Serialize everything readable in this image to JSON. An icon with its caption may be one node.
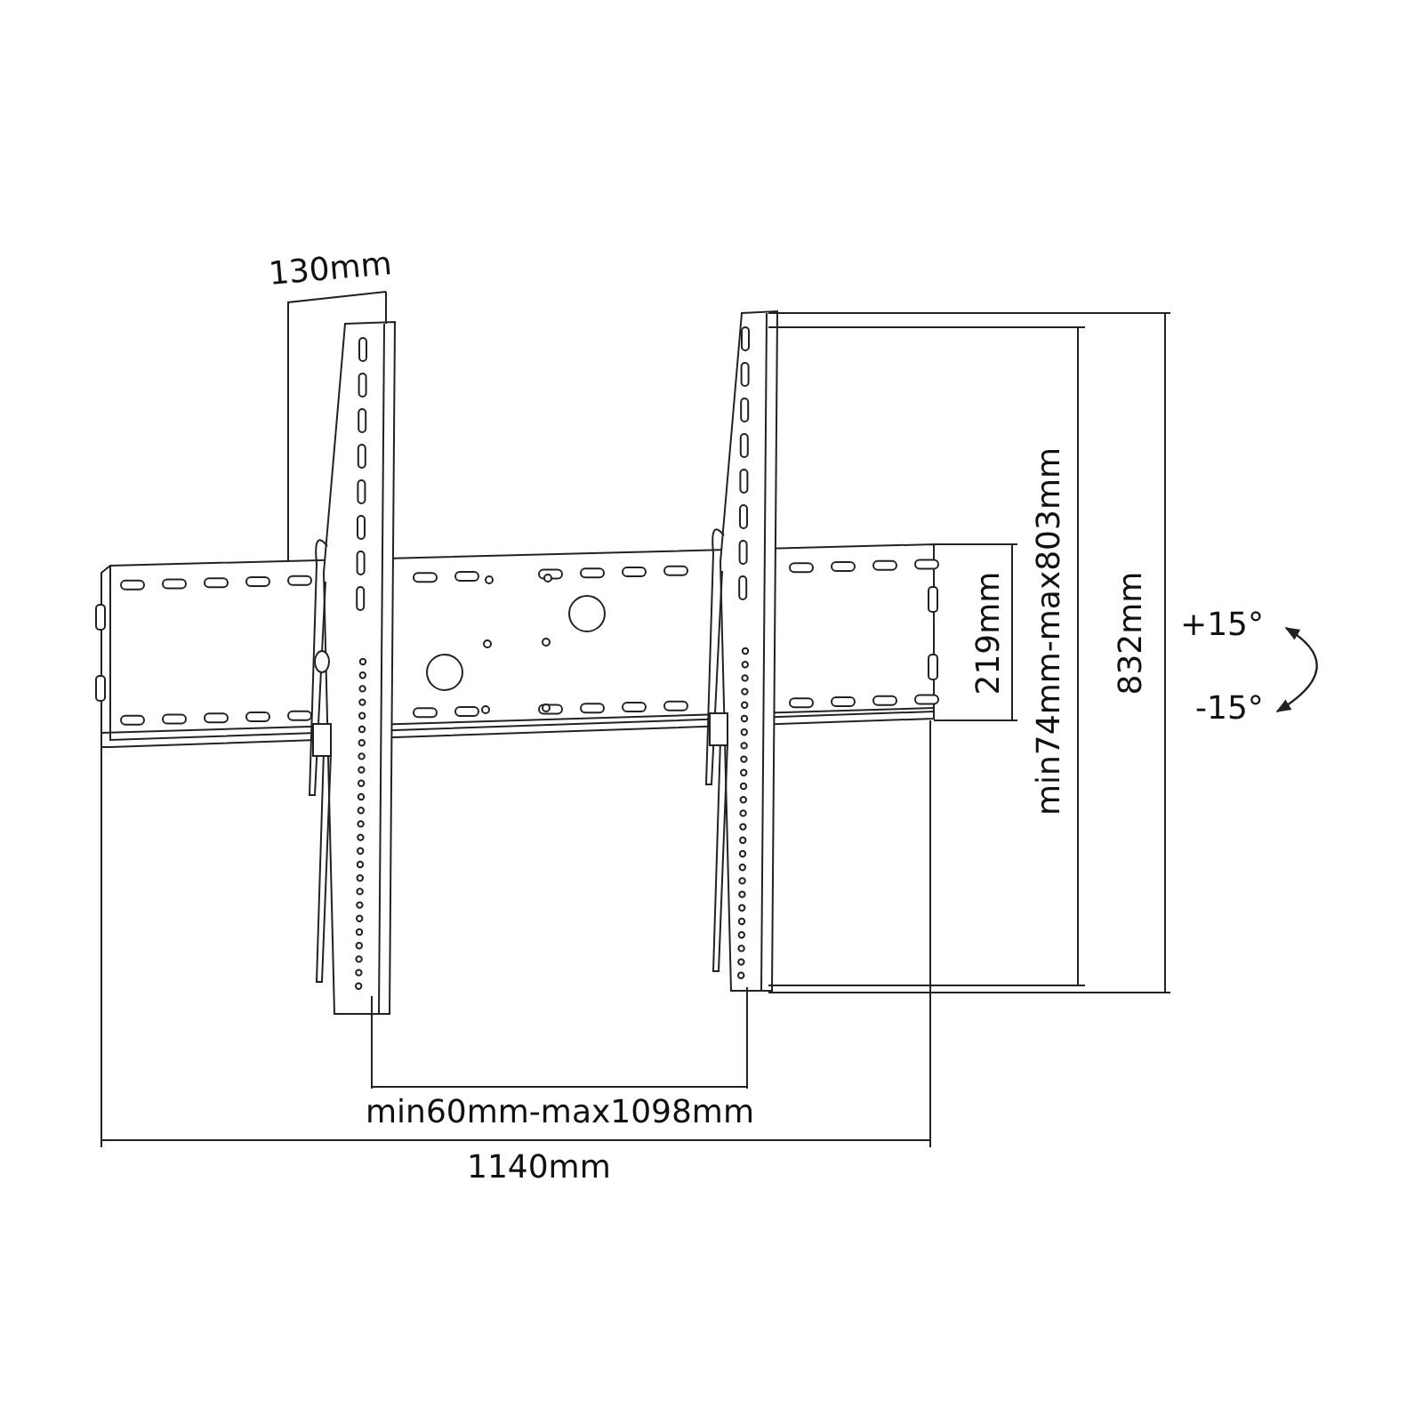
{
  "diagram": {
    "labels": [
      "130mm",
      "219mm",
      "min74mm-max803mm",
      "832mm",
      "+15°",
      "-15°",
      "min60mm-max1098mm",
      "1140mm"
    ]
  }
}
